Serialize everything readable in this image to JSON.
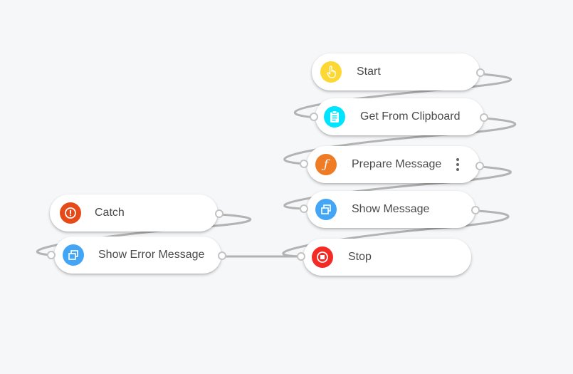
{
  "nodes": {
    "start": {
      "label": "Start",
      "icon": "touch-icon",
      "color": "#fdd835"
    },
    "get_clipboard": {
      "label": "Get From Clipboard",
      "icon": "clipboard-icon",
      "color": "#00e5ff"
    },
    "prepare_message": {
      "label": "Prepare Message",
      "icon": "function-icon",
      "color": "#ef7b24"
    },
    "show_message": {
      "label": "Show Message",
      "icon": "window-icon",
      "color": "#42a5f5"
    },
    "stop": {
      "label": "Stop",
      "icon": "stop-icon",
      "color": "#f52a24"
    },
    "catch": {
      "label": "Catch",
      "icon": "alert-icon",
      "color": "#e64a19"
    },
    "show_error": {
      "label": "Show Error Message",
      "icon": "window-icon",
      "color": "#42a5f5"
    }
  },
  "colors": {
    "wire": "#b3b3b3",
    "port_border": "#c3c3c3",
    "background": "#f6f7f9"
  }
}
